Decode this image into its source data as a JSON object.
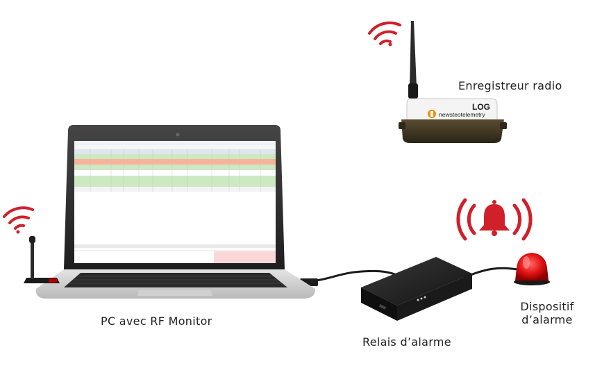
{
  "labels": {
    "pc": "PC avec RF Monitor",
    "relay": "Relais d’alarme",
    "logger": "Enregistreur radio",
    "alarm_device": "Dispositif d’alarme"
  },
  "logger_brand": "newsteotelemetry",
  "logger_badge": "LOG",
  "colors": {
    "accent": "#d0202a",
    "antenna": "#2b2b2b",
    "device_body": "#1e1e1e",
    "logger_housing": "#3b3220"
  }
}
